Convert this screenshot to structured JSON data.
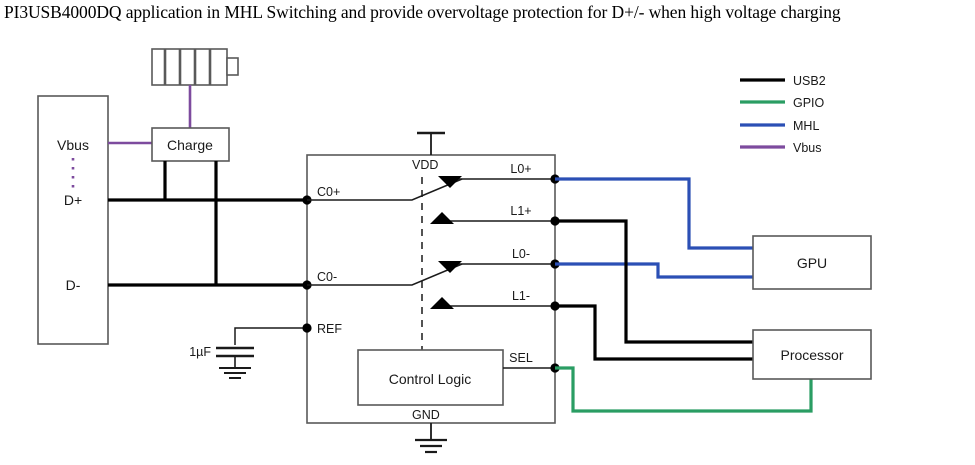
{
  "title": "PI3USB4000DQ application in MHL Switching and provide overvoltage protection for D+/- when high voltage charging",
  "colors": {
    "usb2": "#000000",
    "gpio": "#2a9d63",
    "mhl": "#2b4fb5",
    "vbus": "#7d4b9e",
    "outline": "#595959",
    "text": "#1a1a1a",
    "background": "#ffffff"
  },
  "legend": {
    "items": [
      {
        "label": "USB2",
        "color": "#000000"
      },
      {
        "label": "GPIO",
        "color": "#2a9d63"
      },
      {
        "label": "MHL",
        "color": "#2b4fb5"
      },
      {
        "label": "Vbus",
        "color": "#7d4b9e"
      }
    ]
  },
  "connector": {
    "name": "usb-connector",
    "pins": [
      {
        "label": "Vbus"
      },
      {
        "label": "D+"
      },
      {
        "label": "D-"
      }
    ]
  },
  "blocks": {
    "charge": "Charge",
    "control_logic": "Control Logic",
    "gpu": "GPU",
    "processor": "Processor"
  },
  "ic": {
    "pins_left": [
      {
        "label": "C0+"
      },
      {
        "label": "C0-"
      },
      {
        "label": "REF"
      }
    ],
    "pins_right": [
      {
        "label": "L0+",
        "net": "mhl"
      },
      {
        "label": "L1+",
        "net": "usb2"
      },
      {
        "label": "L0-",
        "net": "mhl"
      },
      {
        "label": "L1-",
        "net": "usb2"
      },
      {
        "label": "SEL",
        "net": "gpio"
      }
    ],
    "pin_top": "VDD",
    "pin_bottom": "GND"
  },
  "components": {
    "capacitor_value": "1µF",
    "battery_icon": "battery-icon"
  }
}
